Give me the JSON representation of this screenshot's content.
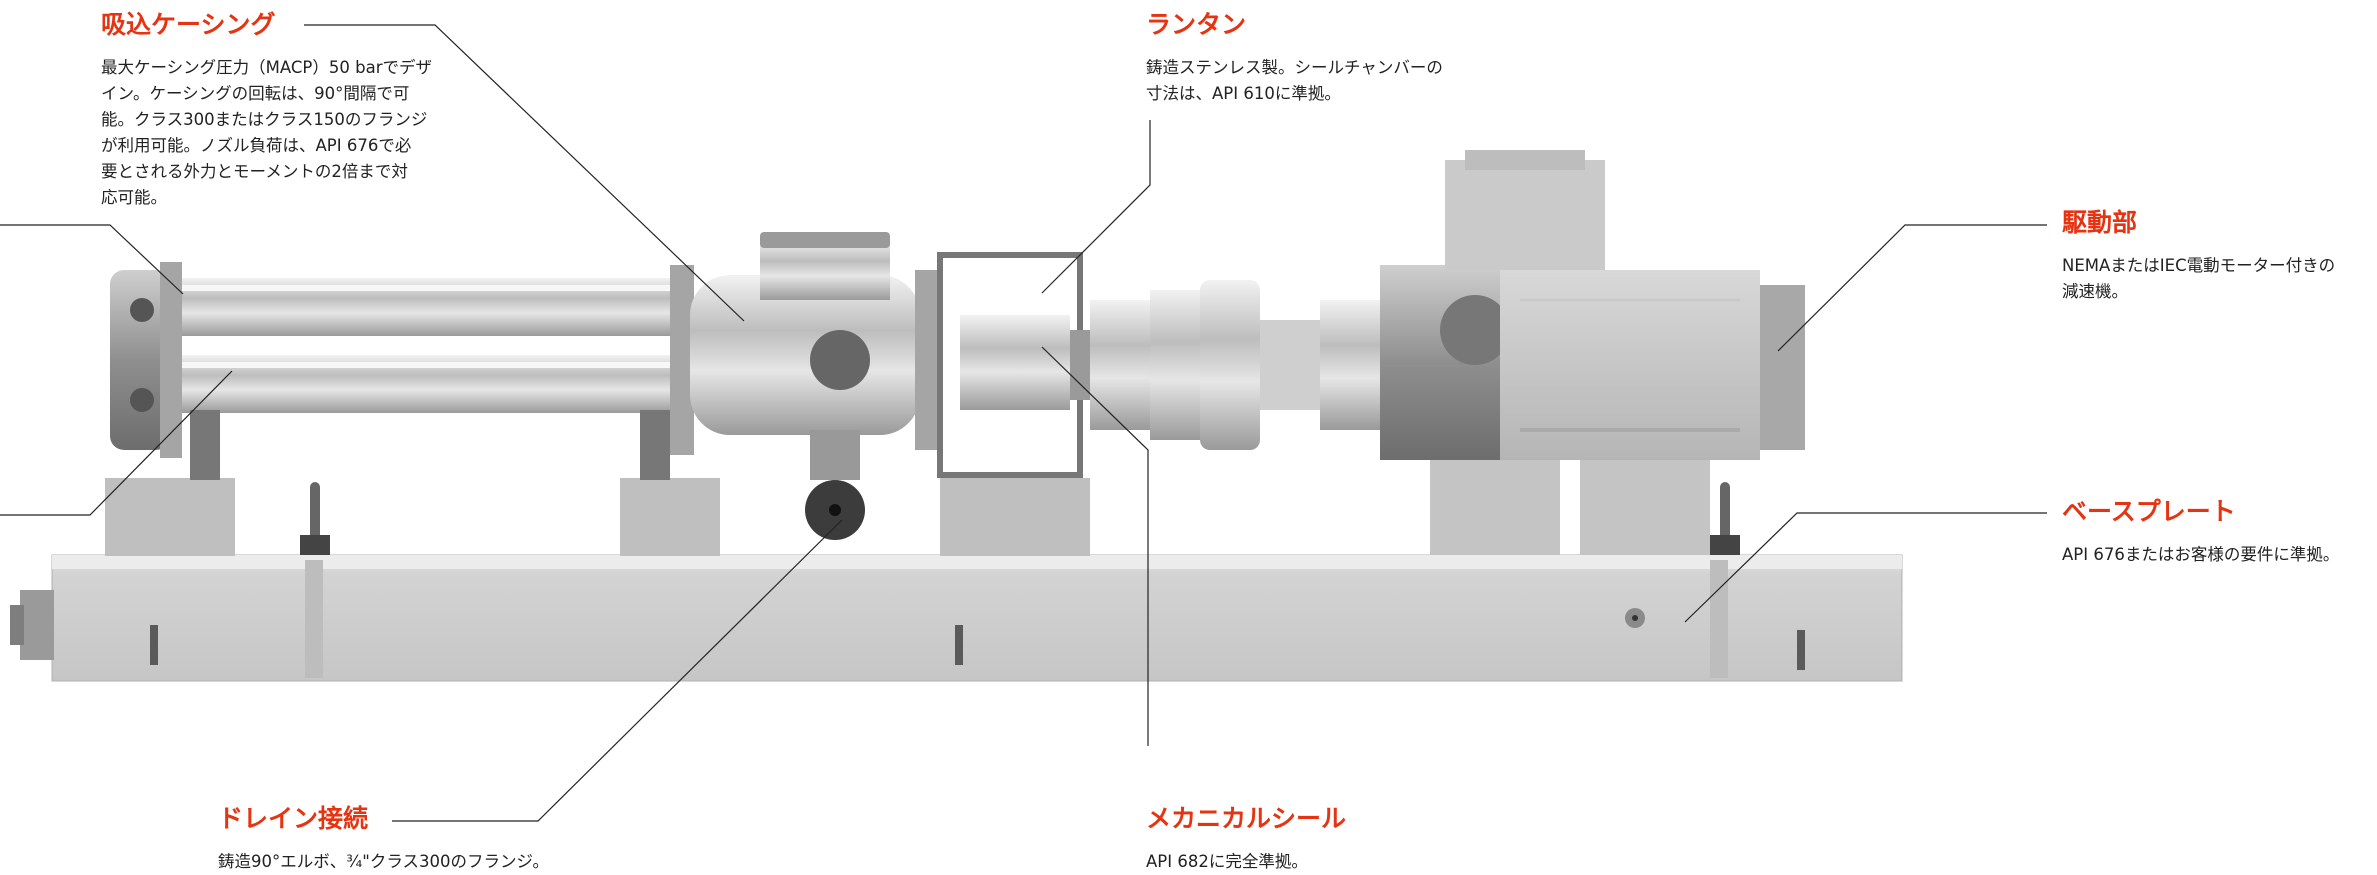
{
  "colors": {
    "accent": "#e63312",
    "text": "#222222",
    "leader_line": "#222222",
    "metal_light": "#d9d9d9",
    "metal_dark": "#8c8c8c"
  },
  "callouts": {
    "suction_casing": {
      "title": "吸込ケーシング",
      "lines": [
        "最大ケーシング圧力（MACP）50 barでデザ",
        "イン。ケーシングの回転は、90°間隔で可",
        "能。クラス300またはクラス150のフランジ",
        "が利用可能。ノズル負荷は、API 676で必",
        "要とされる外力とモーメントの2倍まで対",
        "応可能。"
      ]
    },
    "lantern": {
      "title": "ランタン",
      "lines": [
        "鋳造ステンレス製。シールチャンバーの",
        "寸法は、API 610に準拠。"
      ]
    },
    "drive": {
      "title": "駆動部",
      "lines": [
        "NEMAまたはIEC電動モーター付きの",
        "減速機。"
      ]
    },
    "baseplate": {
      "title": "ベースプレート",
      "lines": [
        "API 676またはお客様の要件に準拠。"
      ]
    },
    "drain": {
      "title": "ドレイン接続",
      "lines": [
        "鋳造90°エルボ、¾\"クラス300のフランジ。"
      ]
    },
    "mech_seal": {
      "title": "メカニカルシール",
      "lines": [
        "API 682に完全準拠。"
      ]
    }
  }
}
